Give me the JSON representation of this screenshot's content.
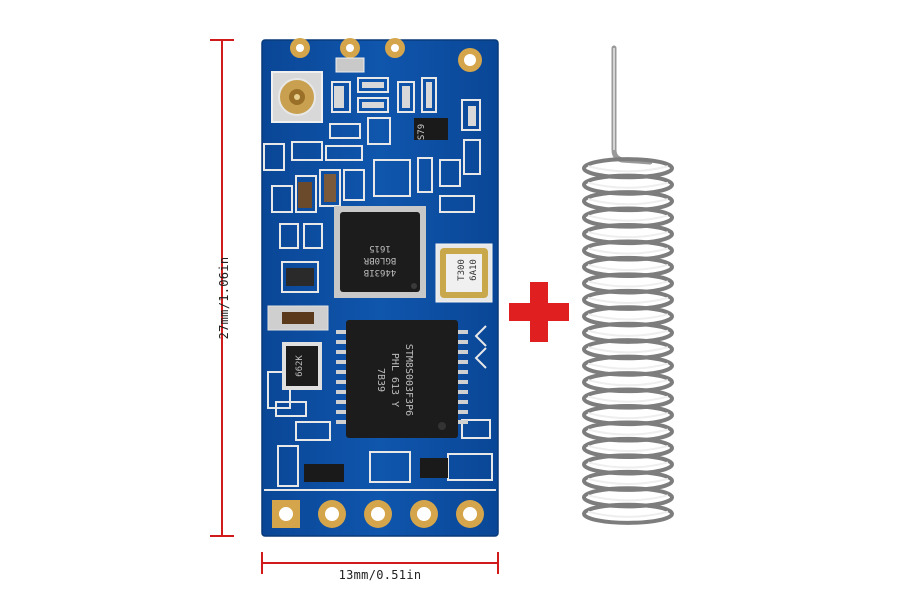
{
  "dimensions": {
    "height_label": "27mm/1.06in",
    "width_label": "13mm/0.51in",
    "line_color": "#d11a1a"
  },
  "board": {
    "pcb_color": "#0d4fa0",
    "silkscreen": {
      "rf_chip_line1": "4463IB",
      "rf_chip_line2": "BGL0BR",
      "rf_chip_line3": "1615",
      "mcu_line1": "STM8S003F3P6",
      "mcu_line2": "PHL 613 Y",
      "mcu_line3": "7B39",
      "crystal_line1": "T300",
      "crystal_line2": "6A10",
      "transistor_label": "662K",
      "small_chip_label": "S79"
    }
  },
  "plus_sign": {
    "color": "#e02020"
  },
  "antenna": {
    "type": "spring-coil",
    "material": "stainless steel"
  }
}
